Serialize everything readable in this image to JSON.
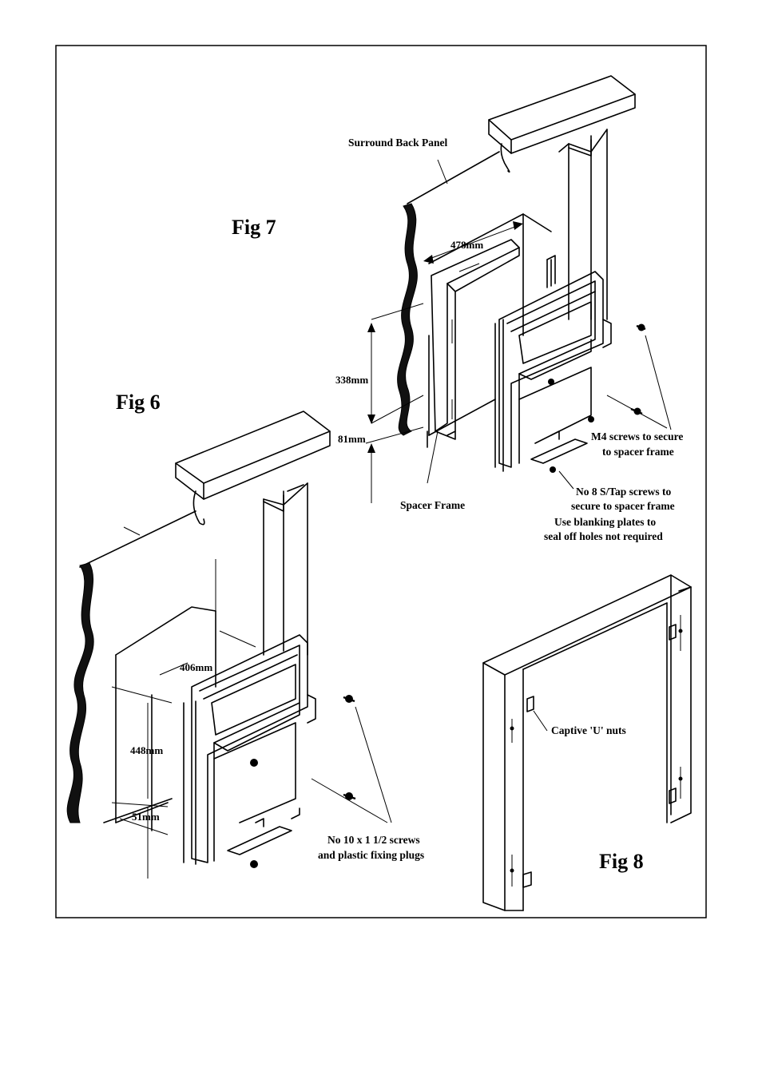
{
  "figures": {
    "fig6": {
      "title": "Fig 6",
      "dimensions": {
        "width": "406mm",
        "height": "448mm",
        "depth": "51mm"
      },
      "callout": {
        "line1": "No 10 x 1 1/2 screws",
        "line2": "and plastic fixing plugs"
      }
    },
    "fig7": {
      "title": "Fig 7",
      "dimensions": {
        "width": "478mm",
        "height": "338mm",
        "depth": "81mm"
      },
      "labels": {
        "surround_back_panel": "Surround Back Panel",
        "spacer_frame": "Spacer Frame",
        "m4_line1": "M4 screws to secure",
        "m4_line2": "to spacer frame",
        "no8_line1": "No 8 S/Tap screws to",
        "no8_line2": "secure to spacer frame",
        "blank_line1": "Use blanking plates to",
        "blank_line2": "seal off holes not required"
      }
    },
    "fig8": {
      "title": "Fig 8",
      "labels": {
        "captive_nuts": "Captive 'U' nuts"
      }
    }
  }
}
